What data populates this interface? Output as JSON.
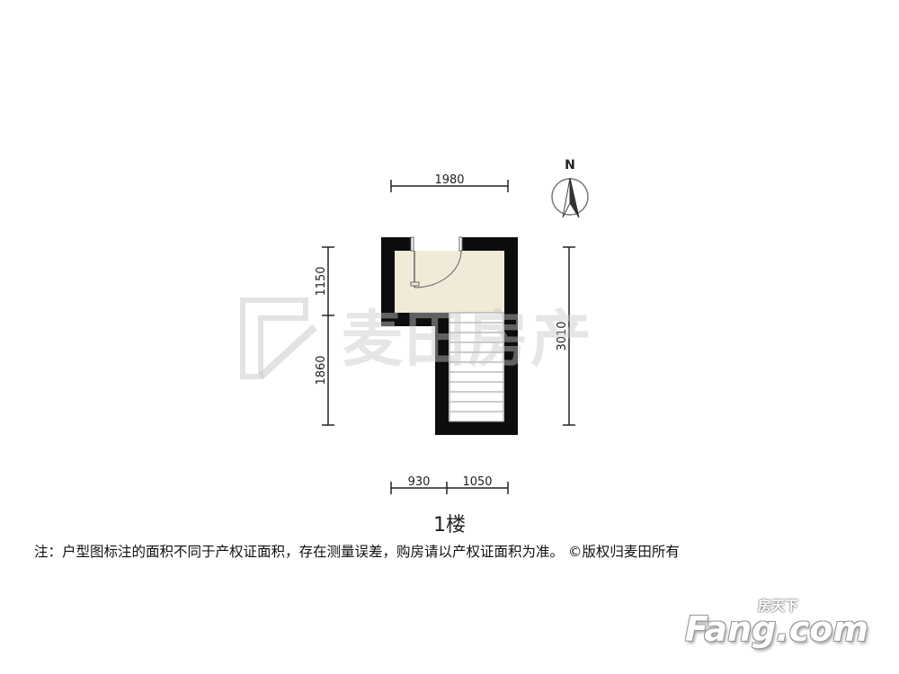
{
  "floor_label": "1楼",
  "note": "注：户型图标注的面积不同于产权证面积，存在测量误差，购房请以产权证面积为准。 ©版权归麦田所有",
  "compass_label": "N",
  "dimensions": {
    "top": "1980",
    "left_upper": "1150",
    "left_lower": "1860",
    "right": "3010",
    "bottom_left": "930",
    "bottom_right": "1050"
  },
  "watermark_text": "麦田房产",
  "logo": {
    "cn": "房天下",
    "en": "Fang.com"
  },
  "colors": {
    "wall": "#0d0d0d",
    "floor": "#f0ead8",
    "stair": "#ffffff",
    "stair_line": "#9a9a9a"
  }
}
